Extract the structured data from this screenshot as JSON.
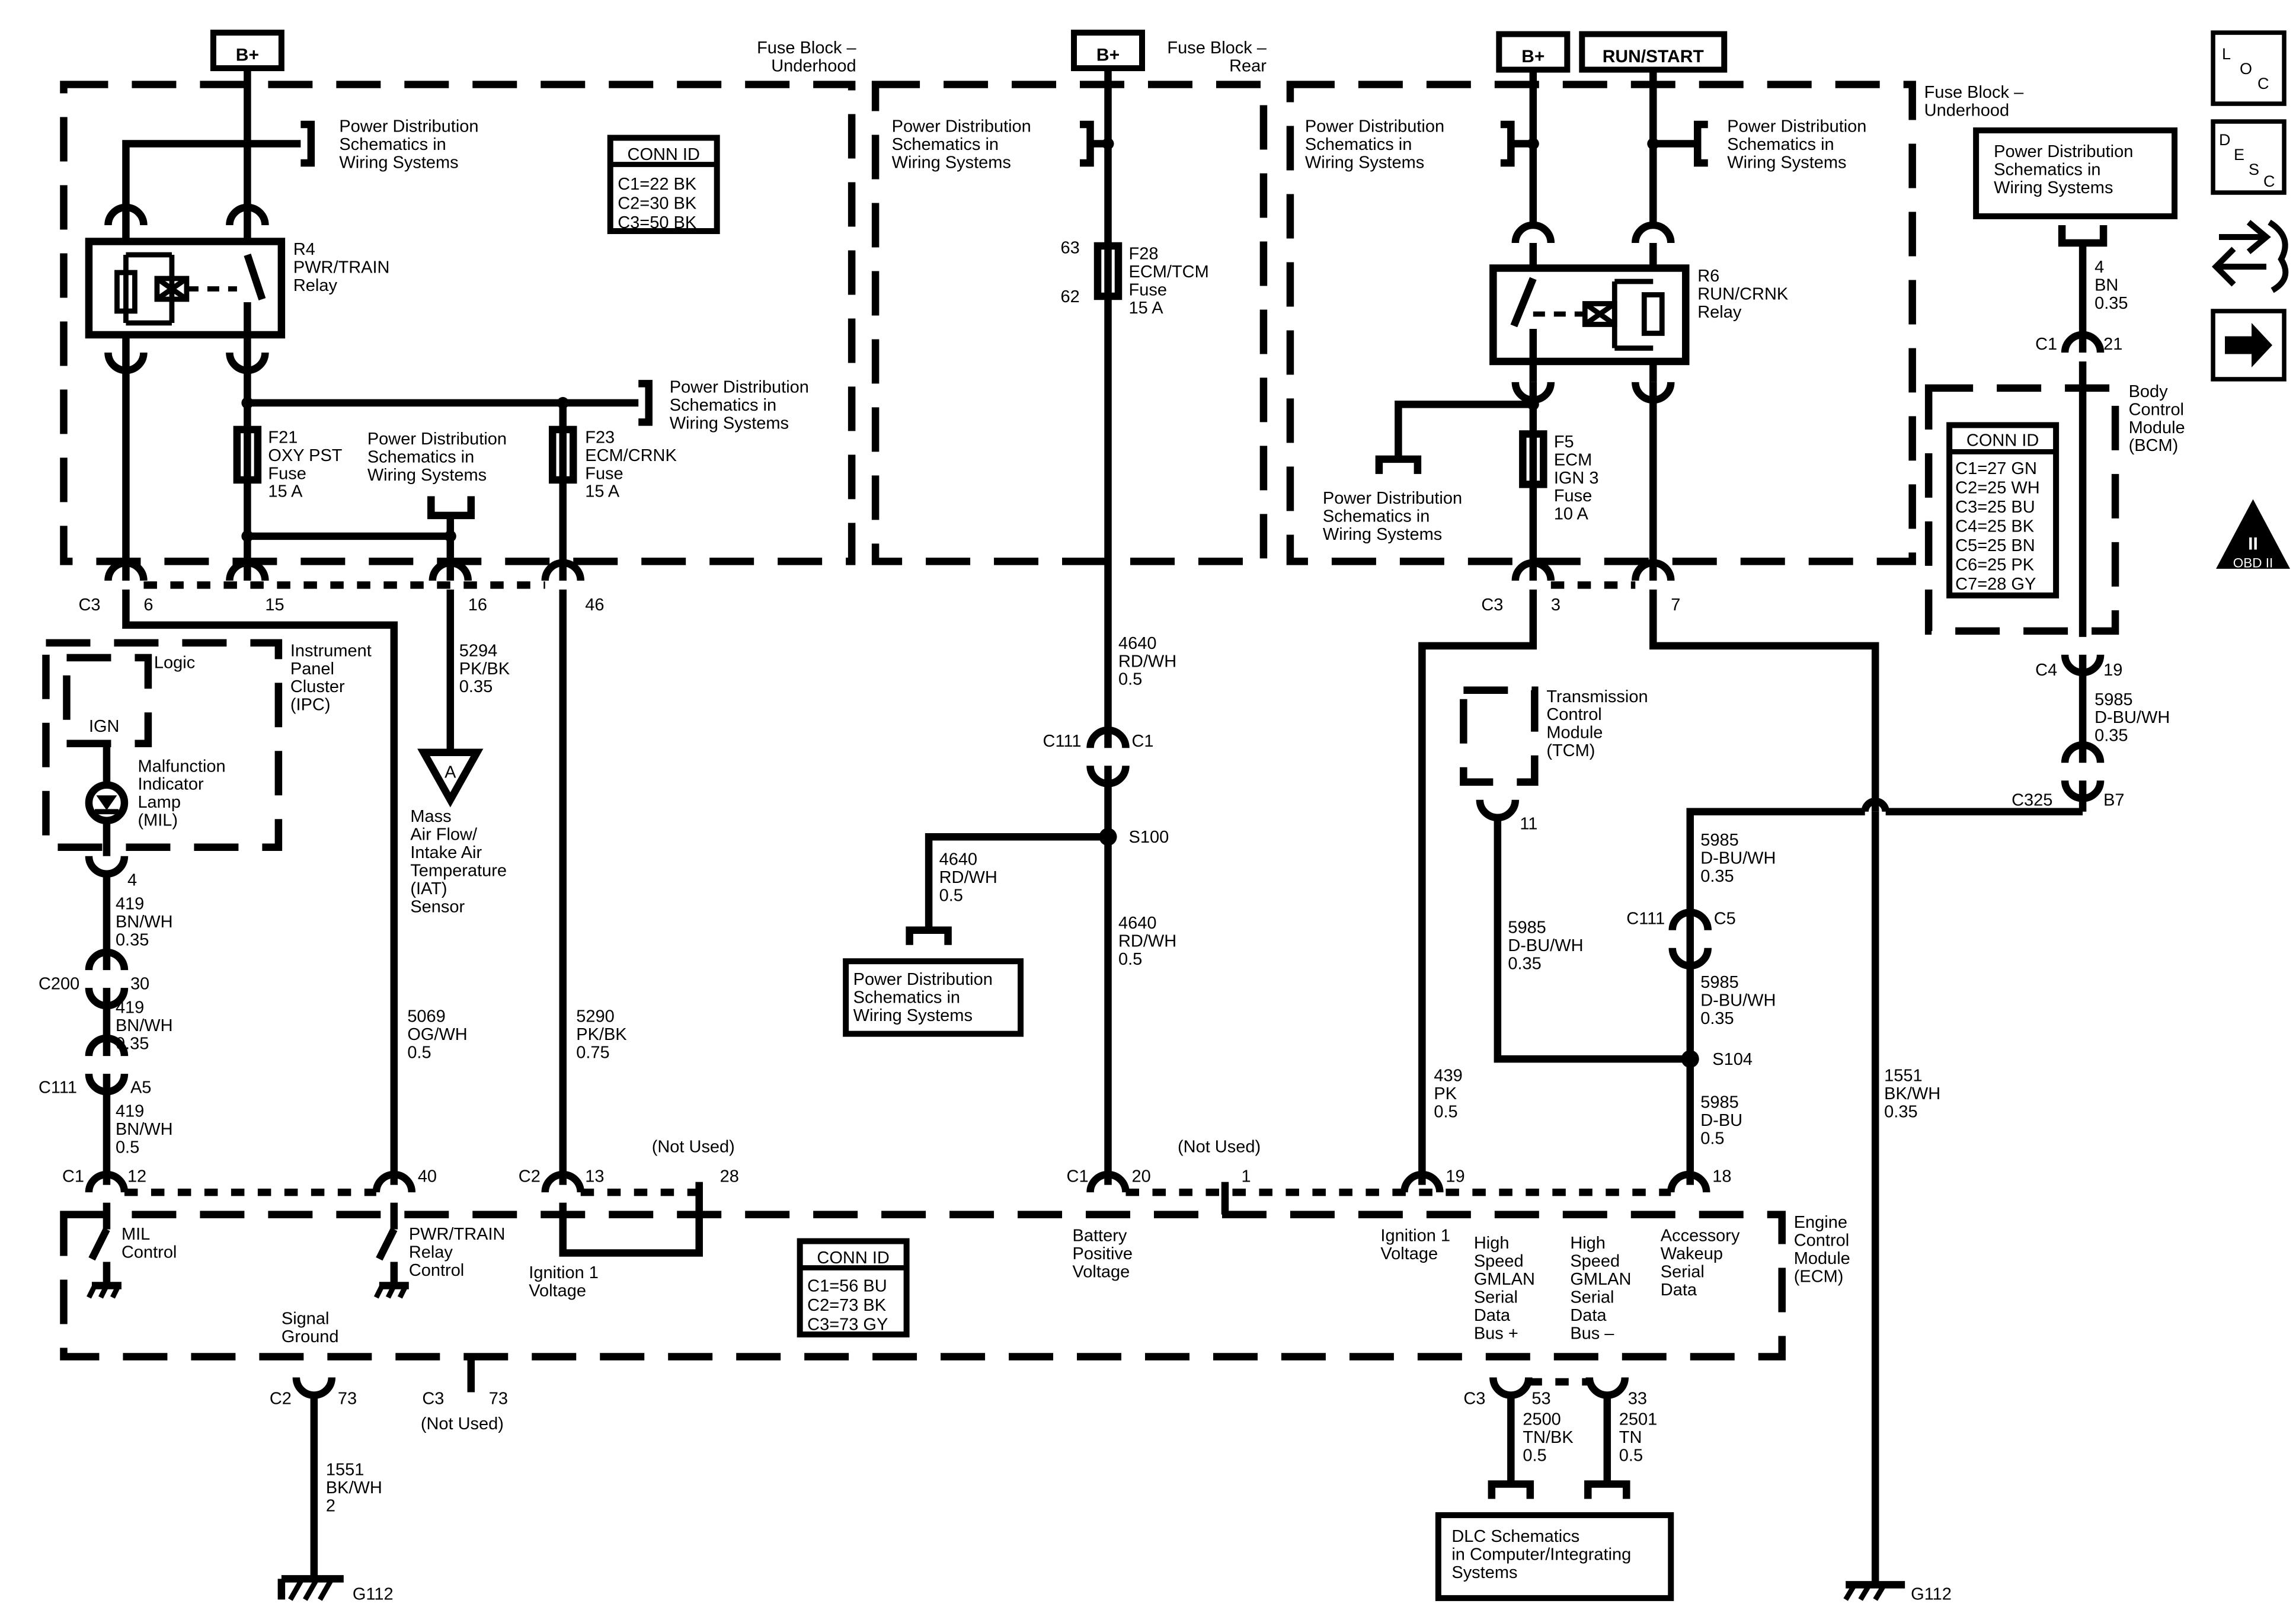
{
  "power_tags": {
    "bplus_1": "B+",
    "bplus_2": "B+",
    "bplus_3": "B+",
    "run_start": "RUN/START"
  },
  "blocks": {
    "fuse_underhood_left": "Fuse Block –\nUnderhood",
    "fuse_rear": "Fuse Block –\nRear",
    "fuse_underhood_right": "Fuse Block –\nUnderhood"
  },
  "pds": "Power Distribution\nSchematics in\nWiring Systems",
  "dlc": "DLC Schematics\nin Computer/Integrating\nSystems",
  "relays": {
    "r4": "R4\nPWR/TRAIN\nRelay",
    "r6": "R6\nRUN/CRNK\nRelay"
  },
  "fuses": {
    "f21": "F21\nOXY PST\nFuse\n15 A",
    "f23": "F23\nECM/CRNK\nFuse\n15 A",
    "f28": "F28\nECM/TCM\nFuse\n15 A",
    "f5": "F5\nECM\nIGN 3\nFuse\n10 A",
    "f28_pin_top": "63",
    "f28_pin_bot": "62"
  },
  "conn_tables": {
    "fuse_block": {
      "title": "CONN ID",
      "rows": [
        "C1=22 BK",
        "C2=30 BK",
        "C3=50 BK"
      ]
    },
    "bcm": {
      "title": "CONN ID",
      "rows": [
        "C1=27 GN",
        "C2=25 WH",
        "C3=25 BU",
        "C4=25 BK",
        "C5=25 BN",
        "C6=25 PK",
        "C7=28 GY"
      ]
    },
    "ecm": {
      "title": "CONN ID",
      "rows": [
        "C1=56 BU",
        "C2=73 BK",
        "C3=73 GY"
      ]
    }
  },
  "modules": {
    "ipc": "Instrument\nPanel\nCluster\n(IPC)",
    "logic": "Logic",
    "ign": "IGN",
    "mil": "Malfunction\nIndicator\nLamp\n(MIL)",
    "tcm": "Transmission\nControl\nModule\n(TCM)",
    "bcm": "Body\nControl\nModule\n(BCM)",
    "ecm": "Engine\nControl\nModule\n(ECM)",
    "maf": "Mass\nAir Flow/\nIntake Air\nTemperature\n(IAT)\nSensor",
    "maf_tag": "A"
  },
  "ecm_pins": {
    "mil_control": "MIL\nControl",
    "relay_control": "PWR/TRAIN\nRelay\nControl",
    "ign1_left": "Ignition 1\nVoltage",
    "battery": "Battery\nPositive\nVoltage",
    "ign1_right": "Ignition 1\nVoltage",
    "hs_plus": "High\nSpeed\nGMLAN\nSerial\nData\nBus +",
    "hs_minus": "High\nSpeed\nGMLAN\nSerial\nData\nBus –",
    "accessory": "Accessory\nWakeup\nSerial\nData",
    "signal_ground": "Signal\nGround"
  },
  "wires": {
    "w5294": "5294\nPK/BK\n0.35",
    "w419a": "419\nBN/WH\n0.35",
    "w419b": "419\nBN/WH\n0.35",
    "w419c": "419\nBN/WH\n0.5",
    "w5069": "5069\nOG/WH\n0.5",
    "w5290": "5290\nPK/BK\n0.75",
    "w4640a": "4640\nRD/WH\n0.5",
    "w4640b": "4640\nRD/WH\n0.5",
    "w4640c": "4640\nRD/WH\n0.5",
    "w439": "439\nPK\n0.5",
    "w5985_tcm": "5985\nD-BU/WH\n0.35",
    "w5985_c325": "5985\nD-BU/WH\n0.35",
    "w5985_c111": "5985\nD-BU/WH\n0.35",
    "w5985_ecm": "5985\nD-BU\n0.5",
    "w5985_bcm": "5985\nD-BU/WH\n0.35",
    "w1551_right": "1551\nBK/WH\n0.35",
    "w1551_left": "1551\nBK/WH\n2",
    "w4bn": "4\nBN\n0.35",
    "w2500": "2500\nTN/BK\n0.5",
    "w2501": "2501\nTN\n0.5"
  },
  "connectors": {
    "c3_left": "C3",
    "p6": "6",
    "p15": "15",
    "p16": "16",
    "p46": "46",
    "ipc_pin": "4",
    "c200": "C200",
    "p30": "30",
    "c111_left": "C111",
    "pa5": "A5",
    "c1_left": "C1",
    "p12": "12",
    "p40": "40",
    "c2_top": "C2",
    "p13": "13",
    "p28": "28",
    "not_used_1": "(Not Used)",
    "c111_mid": "C111",
    "c1_mid": "C1",
    "s100": "S100",
    "c1_ecm": "C1",
    "p20": "20",
    "p1": "1",
    "not_used_2": "(Not Used)",
    "c3_right": "C3",
    "p3": "3",
    "p7": "7",
    "tcm_pin": "11",
    "c111_right": "C111",
    "pc5": "C5",
    "s104": "S104",
    "p19": "19",
    "p18": "18",
    "c325": "C325",
    "pb7": "B7",
    "c1_bcm": "C1",
    "p21": "21",
    "c4_bcm": "C4",
    "p19b": "19",
    "c2_gnd": "C2",
    "p73a": "73",
    "c3_gnd": "C3",
    "p73b": "73",
    "not_used_3": "(Not Used)",
    "c3_dlc": "C3",
    "p53": "53",
    "p33": "33",
    "g112_left": "G112",
    "g112_right": "G112"
  },
  "side_icons": {
    "loc": [
      "L",
      "O",
      "C"
    ],
    "desc": [
      "D",
      "E",
      "S",
      "C"
    ],
    "obd": "OBD II",
    "obd_roman": "II"
  }
}
